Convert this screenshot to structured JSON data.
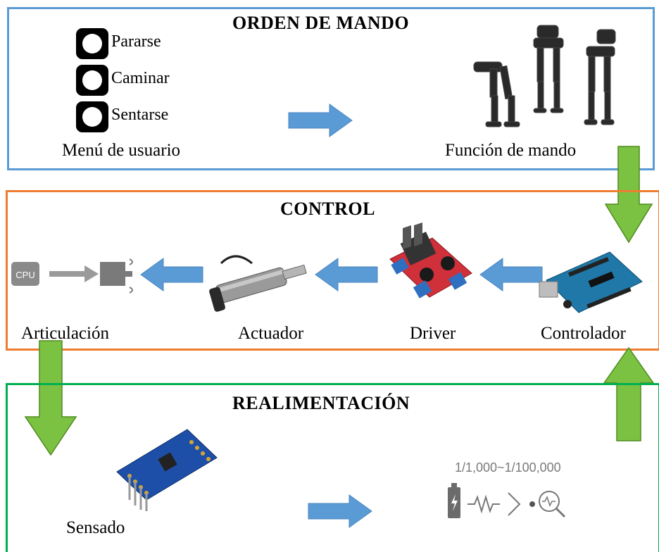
{
  "sections": {
    "orden": {
      "title": "ORDEN DE MANDO",
      "menu_options": [
        "Pararse",
        "Caminar",
        "Sentarse"
      ],
      "menu_label": "Menú de usuario",
      "function_label": "Función de mando",
      "accent": "#5b9bd5"
    },
    "control": {
      "title": "CONTROL",
      "labels": {
        "articulacion": "Articulación",
        "actuador": "Actuador",
        "driver": "Driver",
        "controlador": "Controlador"
      },
      "cpu_text": "CPU",
      "accent": "#ed7d31"
    },
    "realimentacion": {
      "title": "REALIMENTACIÓN",
      "sensado_label": "Sensado",
      "ratio_text": "1/1,000~1/100,000",
      "accent": "#00b050"
    }
  },
  "arrow_colors": {
    "blue": "#5b9bd5",
    "green": "#7cc242"
  },
  "icons": [
    "radio-button-icon",
    "exoskeleton-image",
    "cpu-icon",
    "joint-motor-icon",
    "linear-actuator-image",
    "motor-driver-board-image",
    "arduino-board-image",
    "imu-sensor-board-image",
    "battery-icon",
    "resistor-icon",
    "chevron-right-icon",
    "magnifier-icon"
  ]
}
